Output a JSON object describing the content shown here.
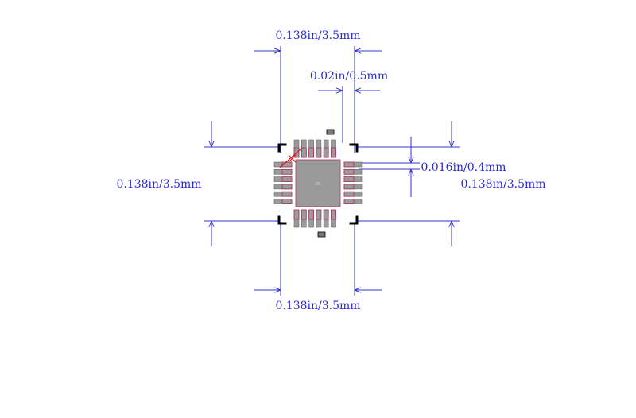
{
  "diagram": {
    "type": "footprint-drawing",
    "package": "QFN-24 (3.5mm x 3.5mm)",
    "dimensions": {
      "top_width": "0.138in/3.5mm",
      "pitch": "0.02in/0.5mm",
      "left_height": "0.138in/3.5mm",
      "right_height": "0.138in/3.5mm",
      "pad_width": "0.016in/0.4mm",
      "bottom_width": "0.138in/3.5mm"
    },
    "center_label": "25"
  },
  "colors": {
    "dimension": "#3333cc",
    "pad_outline": "#b03060",
    "pad_fill": "#9a9a9a",
    "body": "#000000",
    "pin1": "#cc2020"
  }
}
